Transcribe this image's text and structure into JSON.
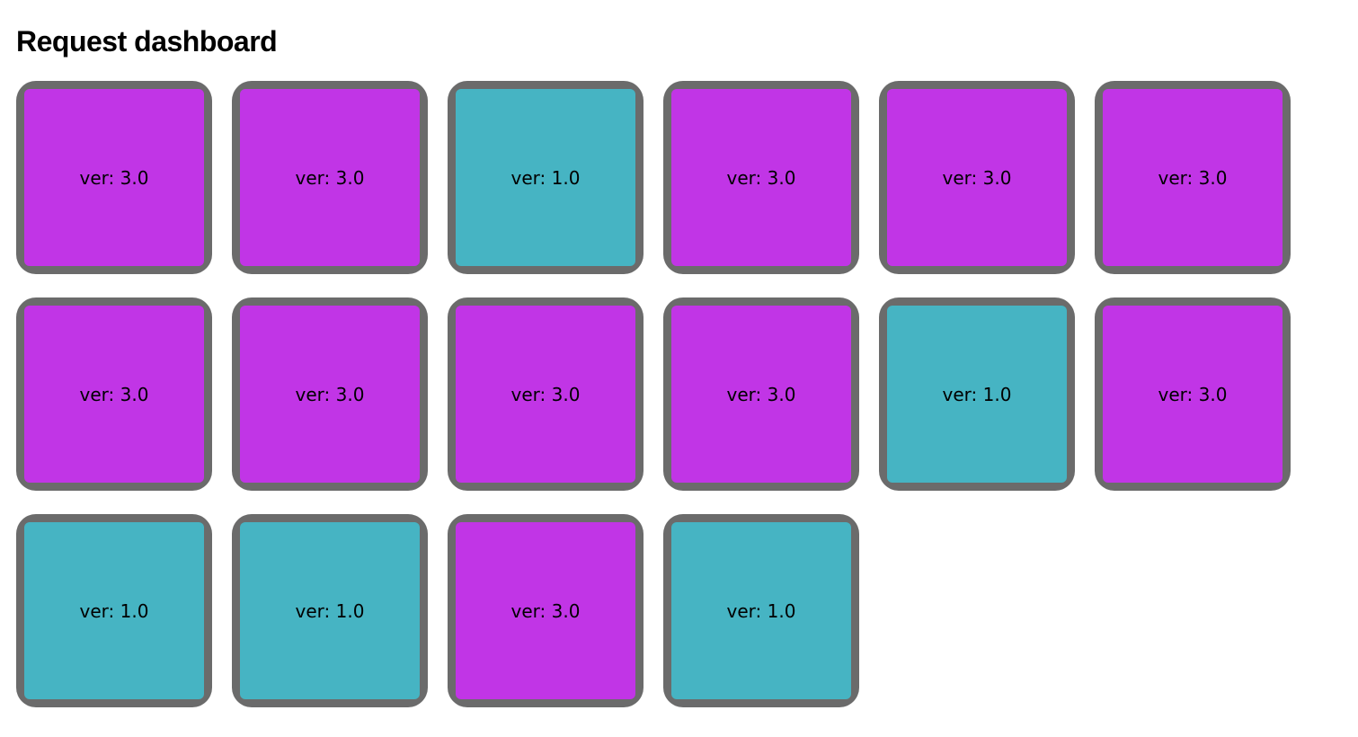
{
  "page": {
    "title": "Request dashboard"
  },
  "colors": {
    "page_bg": "#ffffff",
    "tile_border": "#6b6b6b",
    "purple": "#c135e6",
    "teal": "#46b4c3",
    "label_text": "#000000",
    "title_text": "#000000"
  },
  "tiles": [
    {
      "label": "ver: 3.0",
      "version": "3.0",
      "variant": "purple"
    },
    {
      "label": "ver: 3.0",
      "version": "3.0",
      "variant": "purple"
    },
    {
      "label": "ver: 1.0",
      "version": "1.0",
      "variant": "teal"
    },
    {
      "label": "ver: 3.0",
      "version": "3.0",
      "variant": "purple"
    },
    {
      "label": "ver: 3.0",
      "version": "3.0",
      "variant": "purple"
    },
    {
      "label": "ver: 3.0",
      "version": "3.0",
      "variant": "purple"
    },
    {
      "label": "ver: 3.0",
      "version": "3.0",
      "variant": "purple"
    },
    {
      "label": "ver: 3.0",
      "version": "3.0",
      "variant": "purple"
    },
    {
      "label": "ver: 3.0",
      "version": "3.0",
      "variant": "purple"
    },
    {
      "label": "ver: 3.0",
      "version": "3.0",
      "variant": "purple"
    },
    {
      "label": "ver: 1.0",
      "version": "1.0",
      "variant": "teal"
    },
    {
      "label": "ver: 3.0",
      "version": "3.0",
      "variant": "purple"
    },
    {
      "label": "ver: 1.0",
      "version": "1.0",
      "variant": "teal"
    },
    {
      "label": "ver: 1.0",
      "version": "1.0",
      "variant": "teal"
    },
    {
      "label": "ver: 3.0",
      "version": "3.0",
      "variant": "purple"
    },
    {
      "label": "ver: 1.0",
      "version": "1.0",
      "variant": "teal"
    }
  ]
}
